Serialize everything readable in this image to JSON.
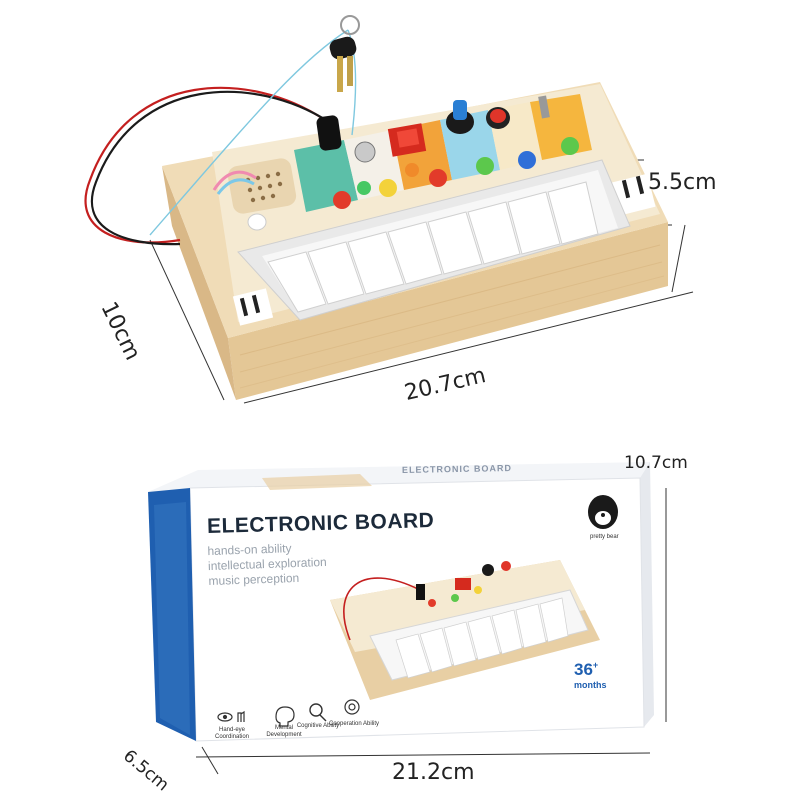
{
  "top_product": {
    "height": "5.5cm",
    "depth": "10cm",
    "width": "20.7cm"
  },
  "box": {
    "height": "10.7cm",
    "depth": "6.5cm",
    "width": "21.2cm",
    "top_label": "ELECTRONIC BOARD",
    "title": "ELECTRONIC BOARD",
    "features": [
      "hands-on ability",
      "intellectual exploration",
      "music perception"
    ],
    "brand": "pretty bear",
    "age_number": "36",
    "age_plus": "+",
    "age_unit": "months",
    "icons": [
      {
        "name": "hand-eye-icon",
        "label": "Hand-eye Coordination"
      },
      {
        "name": "brain-icon",
        "label": "Mental Development"
      },
      {
        "name": "magnifier-icon",
        "label": "Cognitive Ability"
      },
      {
        "name": "cooperation-icon",
        "label": "Cooperation Ability"
      }
    ]
  },
  "colors": {
    "wood": "#e8cfa4",
    "wood_dark": "#d7b683",
    "box_blue": "#1f5fb0",
    "key_white": "#f7f7f7",
    "switch_red": "#d52a1e"
  }
}
